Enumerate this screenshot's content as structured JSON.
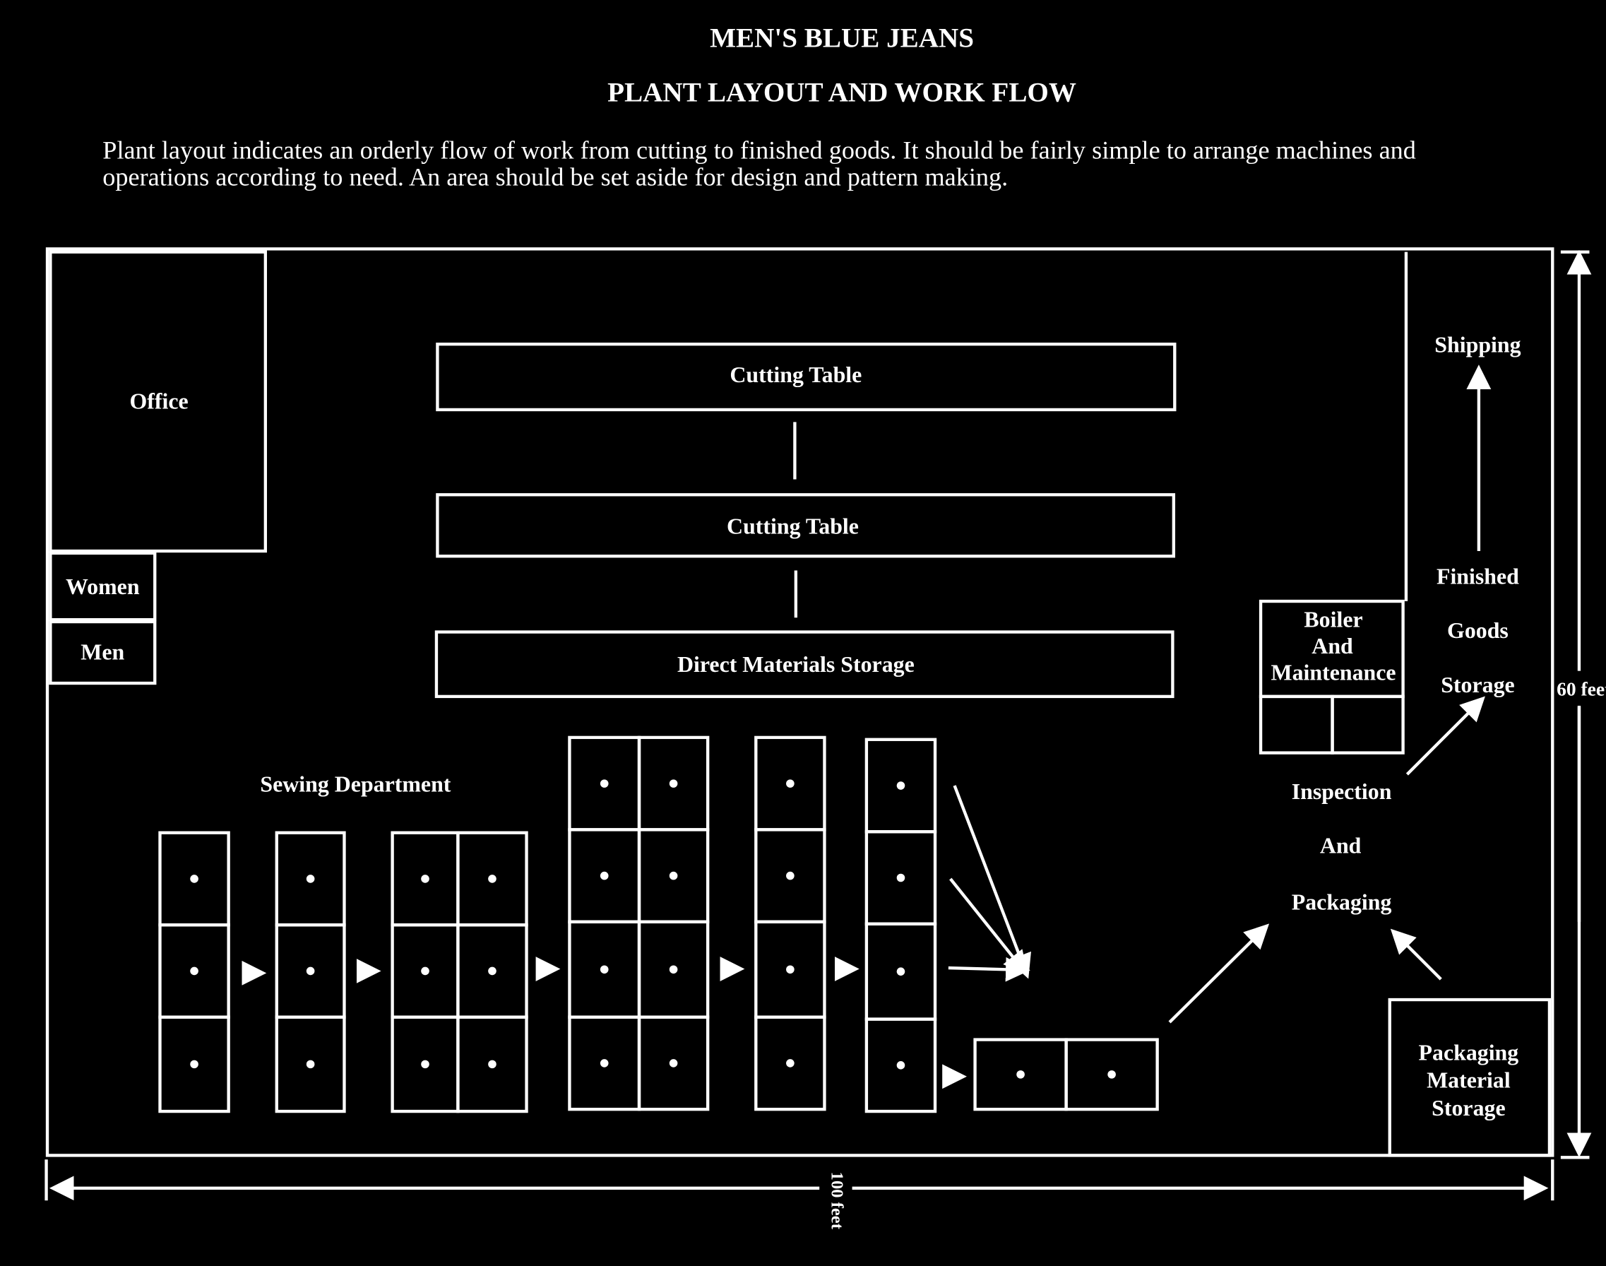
{
  "title": "MEN'S BLUE JEANS",
  "subtitle": "PLANT LAYOUT AND WORK FLOW",
  "description": [
    "Plant layout indicates an orderly flow of work from cutting to finished goods. It should be fairly simple to arrange machines and",
    "operations according to need. An area should be set aside for design and pattern making."
  ],
  "areas": {
    "office": "Office",
    "women": "Women",
    "men": "Men",
    "cutting_table_1": "Cutting Table",
    "cutting_table_2": "Cutting Table",
    "direct_materials": "Direct Materials Storage",
    "sewing": "Sewing Department",
    "boiler": [
      "Boiler",
      "And",
      "Maintenance"
    ],
    "shipping": "Shipping",
    "finished_goods": [
      "Finished",
      "Goods",
      "Storage"
    ],
    "inspection": [
      "Inspection",
      "And",
      "Packaging"
    ],
    "packaging_storage": [
      "Packaging",
      "Material",
      "Storage"
    ]
  },
  "dimensions": {
    "width": "100 feet",
    "height": "60 feet"
  }
}
